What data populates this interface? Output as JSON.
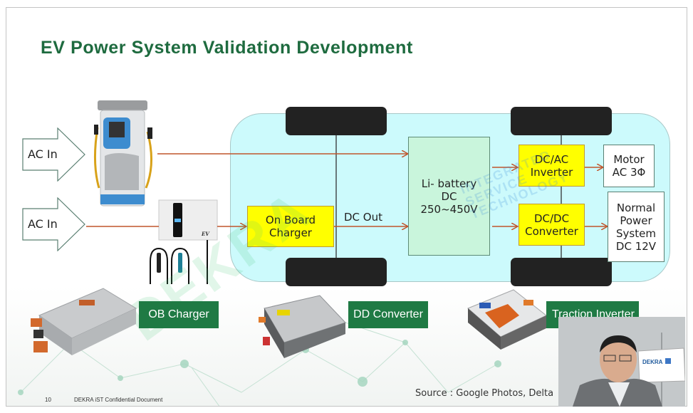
{
  "slide": {
    "title": "EV Power System Validation Development",
    "page_number": "10",
    "footer_text": "DEKRA iST Confidential Document",
    "source": "Source : Google Photos, Delta"
  },
  "inputs": [
    {
      "label": "AC In"
    },
    {
      "label": "AC In"
    }
  ],
  "diagram": {
    "on_board_charger": [
      "On Board",
      "Charger"
    ],
    "dc_out": "DC Out",
    "battery": [
      "Li- battery",
      "DC",
      "250~450V"
    ],
    "inverter": [
      "DC/AC",
      "Inverter"
    ],
    "converter": [
      "DC/DC",
      "Converter"
    ],
    "motor": [
      "Motor",
      "AC 3Φ"
    ],
    "normal_power": [
      "Normal",
      "Power",
      "System",
      "DC 12V"
    ]
  },
  "tags": {
    "ob_charger": "OB Charger",
    "dd_converter": "DD Converter",
    "traction_inverter": "Traction Inverter"
  },
  "watermarks": {
    "dekra": "DEKRA",
    "ist": [
      "INTEGRATED",
      "SERVICE",
      "TECHNOLOGY"
    ]
  },
  "webcam": {
    "banner_text": "DEKRA"
  },
  "colors": {
    "title_green": "#1e6b3f",
    "tag_green": "#1f7a44",
    "arrow_line": "#c0552c",
    "block_yellow": "#ffff00",
    "car_body": "#ccfafc",
    "battery_fill": "#c9f5dc"
  }
}
